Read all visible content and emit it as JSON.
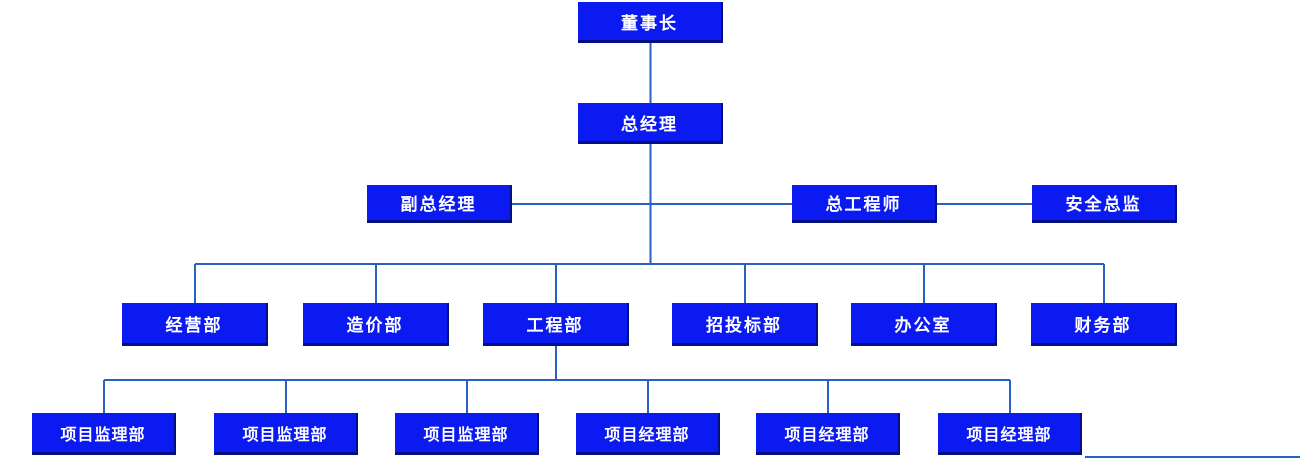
{
  "org_chart": {
    "type": "diagram",
    "title": "",
    "levels": [
      {
        "name": "level-1",
        "nodes": [
          {
            "label": "董事长"
          }
        ]
      },
      {
        "name": "level-2",
        "nodes": [
          {
            "label": "总经理"
          }
        ]
      },
      {
        "name": "level-3",
        "nodes": [
          {
            "label": "副总经理"
          },
          {
            "label": "总工程师"
          },
          {
            "label": "安全总监"
          }
        ]
      },
      {
        "name": "level-4",
        "nodes": [
          {
            "label": "经营部"
          },
          {
            "label": "造价部"
          },
          {
            "label": "工程部"
          },
          {
            "label": "招投标部"
          },
          {
            "label": "办公室"
          },
          {
            "label": "财务部"
          }
        ]
      },
      {
        "name": "level-5",
        "nodes": [
          {
            "label": "项目监理部"
          },
          {
            "label": "项目监理部"
          },
          {
            "label": "项目监理部"
          },
          {
            "label": "项目经理部"
          },
          {
            "label": "项目经理部"
          },
          {
            "label": "项目经理部"
          }
        ]
      }
    ],
    "hierarchy": [
      {
        "parent": "董事长",
        "children": [
          "总经理"
        ]
      },
      {
        "parent": "总经理",
        "children": [
          "副总经理",
          "总工程师",
          "安全总监",
          "经营部",
          "造价部",
          "工程部",
          "招投标部",
          "办公室",
          "财务部"
        ]
      },
      {
        "parent": "工程部",
        "children": [
          "项目监理部",
          "项目监理部",
          "项目监理部",
          "项目经理部",
          "项目经理部",
          "项目经理部"
        ]
      }
    ],
    "colors": {
      "box_fill": "#0b1af0",
      "box_shadow_edge": "#051080",
      "connector_line": "#2a5fc4",
      "text": "#ffffff",
      "background": "#ffffff"
    }
  }
}
